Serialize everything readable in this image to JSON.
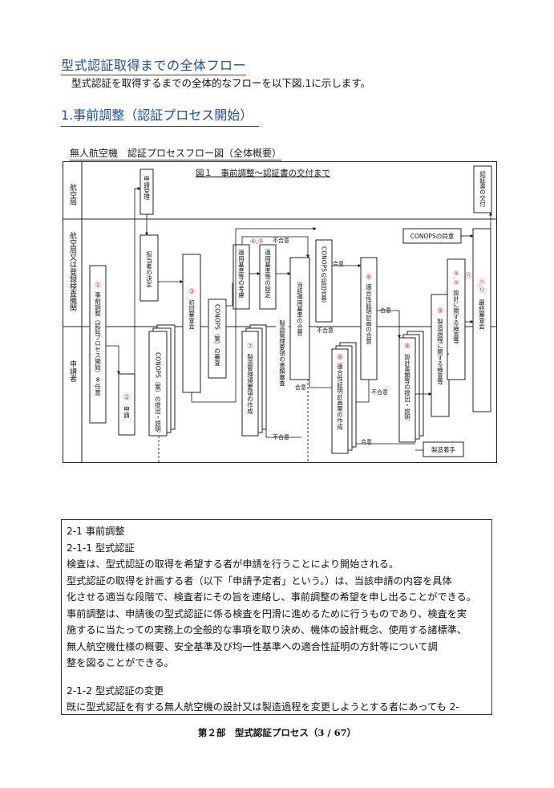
{
  "heading_main": "型式認証取得までの全体フロー",
  "intro_text": "型式認証を取得するまでの全体的なフローを以下図.1に示します。",
  "section_heading": "1.事前調整（認証プロセス開始）",
  "figure": {
    "caption_outside": "無人航空機　認証プロセスフロー図（全体概要）",
    "title_inside": "図１　事前調整～認証書の交付まで",
    "lanes": [
      "航空局",
      "航空局又は登録検査機関",
      "申請者"
    ],
    "boxes": {
      "receipt": "申請受理",
      "assign": "担当者の決定",
      "step1": "事前調整（認証プロセス開始）※任意",
      "step1_num": "①",
      "step2": "申請",
      "step2_num": "②",
      "step3": "初回審査会",
      "step3_num": "③",
      "conops_submit": "CONOPS（案）の提出・説明",
      "conops_review": "CONOPS（案）の審査",
      "std_review": "適用基準等の考慮",
      "std_set": "適用基準等の設定",
      "steps45_num": "④,⑤",
      "conops_agree": "CONOPSの初回合意",
      "std_agree": "当該適用基準の合意",
      "mfg_review": "製造管理要領の書類審査",
      "mfg_create": "製造管理規要領の作成",
      "step7_num": "⑦",
      "plan_create": "適合性証明計画案の作成",
      "step6_num": "⑥",
      "plan_agree": "適合性証明計画の合意",
      "step6b_num": "⑥",
      "design_submit": "設計書類等の提出・説明",
      "step8_num": "⑧",
      "mfg_inspect": "製造過程に関する検査等",
      "step9_num": "⑨",
      "design_inspect": "設計に関する検査等",
      "step910_num": "⑨,⑩",
      "conops_final": "CONOPSの同意",
      "final_review": "最終審査会",
      "step1112_num": "⑪,⑫",
      "step11_num": "⑪",
      "issue": "認証書の交付",
      "mfg_start": "製造着手"
    },
    "labels": {
      "agree": "合意",
      "disagree": "不合意"
    }
  },
  "content": {
    "h1": "2-1  事前調整",
    "h2": "2-1-1  型式認証",
    "lines": [
      "検査は、型式認証の取得を希望する者が申請を行うことにより開始される。",
      "型式認証の取得を計画する者（以下「申請予定者」という。）は、当該申請の内容を具体",
      "化させる適当な段階で、検査者にその旨を連絡し、事前調整の希望を申し出ることができる。",
      "事前調整は、申請後の型式認証に係る検査を円滑に進めるために行うものであり、検査を実",
      "施するに当たっての実務上の全般的な事項を取り決め、機体の設計概念、使用する諸標準、",
      "無人航空機仕様の概要、安全基準及び均一性基準への適合性証明の方針等について調",
      "整を図ることができる。"
    ],
    "h3": "2-1-2  型式認証の変更",
    "last_line": "既に型式認証を有する無人航空機の設計又は製造過程を変更しようとする者にあっても 2-"
  },
  "footer": "第２部　型式認証プロセス（3 / 67）"
}
